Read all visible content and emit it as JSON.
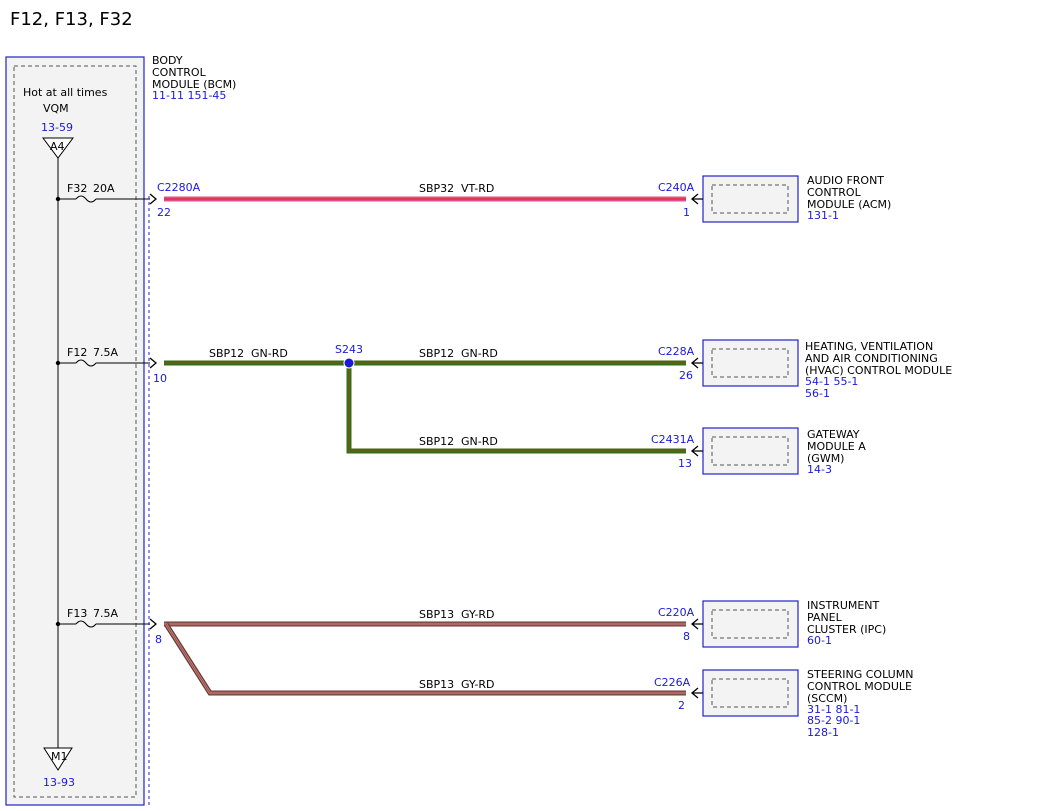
{
  "title": "F12, F13, F32",
  "colors": {
    "text": "#000000",
    "link_blue": "#1a1ad6",
    "box_blue": "#2323c8",
    "panel_fill": "#f3f3f3",
    "wire_vt_rd": "#e0508c",
    "wire_gn_rd": "#3a6e14",
    "wire_gy_rd": "#808080",
    "stripe_red": "#d93030"
  },
  "left_panel": {
    "label": "Hot at all times",
    "source": "VQM",
    "source_ref": "13-59",
    "top_pin": "A4",
    "bottom_pin": "M1",
    "bottom_ref": "13-93"
  },
  "bcm": {
    "name_lines": [
      "BODY",
      "CONTROL",
      "MODULE (BCM)"
    ],
    "refs": "11-11  151-45",
    "connector": "C2280A",
    "pins": {
      "f32": "22",
      "f12": "10",
      "f13": "8"
    }
  },
  "fuses": {
    "f32": {
      "name": "F32",
      "rating": "20A"
    },
    "f12": {
      "name": "F12",
      "rating": "7.5A"
    },
    "f13": {
      "name": "F13",
      "rating": "7.5A"
    }
  },
  "wires": {
    "vt_rd": {
      "circuit": "SBP32",
      "color": "VT-RD"
    },
    "gn_rd_a": {
      "circuit": "SBP12",
      "color": "GN-RD"
    },
    "gn_rd_b": {
      "circuit": "SBP12",
      "color": "GN-RD"
    },
    "gn_rd_c": {
      "circuit": "SBP12",
      "color": "GN-RD"
    },
    "gy_rd_a": {
      "circuit": "SBP13",
      "color": "GY-RD"
    },
    "gy_rd_b": {
      "circuit": "SBP13",
      "color": "GY-RD"
    }
  },
  "splice": {
    "name": "S243"
  },
  "modules": {
    "acm": {
      "connector": "C240A",
      "pin": "1",
      "name_lines": [
        "AUDIO FRONT",
        "CONTROL",
        "MODULE (ACM)"
      ],
      "refs": [
        "131-1"
      ]
    },
    "hvac": {
      "connector": "C228A",
      "pin": "26",
      "name_lines": [
        "HEATING, VENTILATION",
        "AND AIR CONDITIONING",
        "(HVAC) CONTROL MODULE"
      ],
      "refs": [
        "54-1  55-1",
        "56-1"
      ]
    },
    "gwm": {
      "connector": "C2431A",
      "pin": "13",
      "name_lines": [
        "GATEWAY",
        "MODULE A",
        "(GWM)"
      ],
      "refs": [
        "14-3"
      ]
    },
    "ipc": {
      "connector": "C220A",
      "pin": "8",
      "name_lines": [
        "INSTRUMENT",
        "PANEL",
        "CLUSTER (IPC)"
      ],
      "refs": [
        "60-1"
      ]
    },
    "sccm": {
      "connector": "C226A",
      "pin": "2",
      "name_lines": [
        "STEERING COLUMN",
        "CONTROL MODULE",
        "(SCCM)"
      ],
      "refs": [
        "31-1  81-1",
        "85-2  90-1",
        "128-1"
      ]
    }
  }
}
